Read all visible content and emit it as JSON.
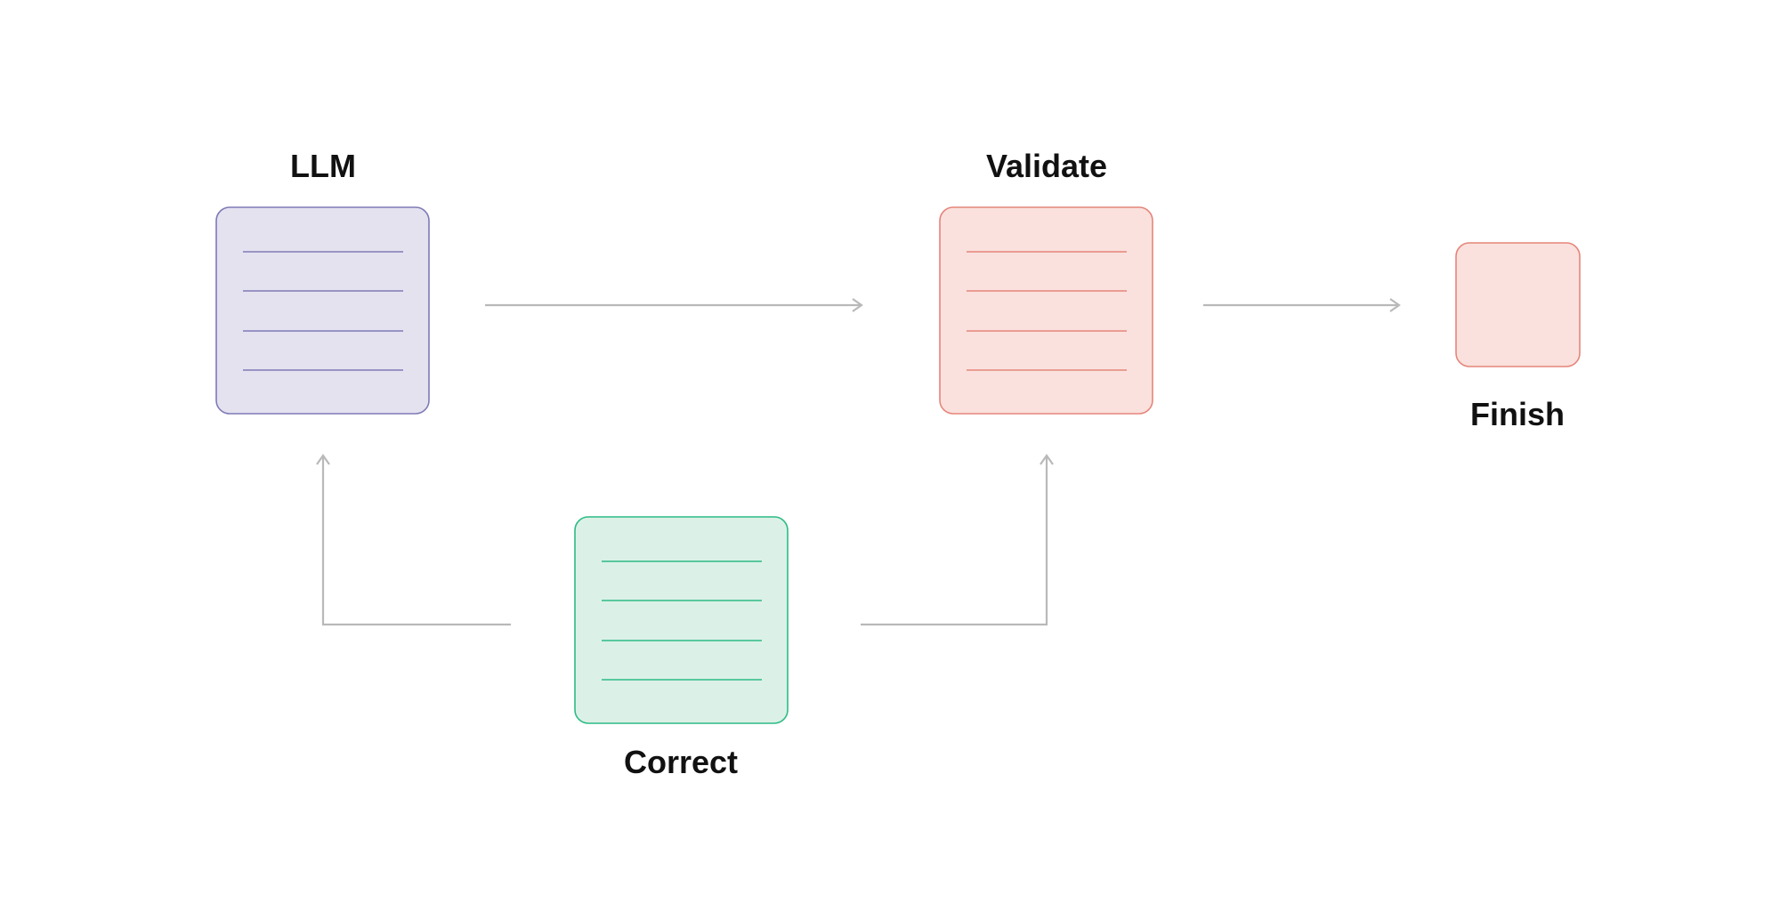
{
  "nodes": {
    "llm": {
      "label": "LLM",
      "fill": "#e4e2ef",
      "stroke": "#7e7ab6"
    },
    "validate": {
      "label": "Validate",
      "fill": "#fae1dd",
      "stroke": "#e5857a"
    },
    "finish": {
      "label": "Finish",
      "fill": "#fae1dd",
      "stroke": "#e5857a"
    },
    "correct": {
      "label": "Correct",
      "fill": "#dbf1e7",
      "stroke": "#2dbb85"
    }
  },
  "connector_color": "#b9b9b9"
}
